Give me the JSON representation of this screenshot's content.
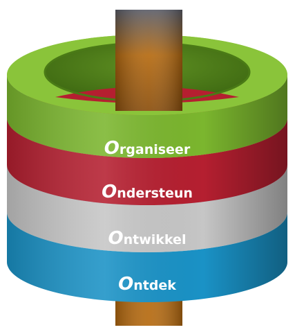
{
  "colors": {
    "pole": "#b56a10",
    "pole_top": "#5b5e6a",
    "green": "#7bb62e",
    "red": "#b51f30",
    "gray": "#c6c6c6",
    "blue": "#1a92c6"
  },
  "layers": [
    {
      "name": "green-layer",
      "cap": "O",
      "rest": "rganiseer",
      "color": "#7bb62e",
      "rim": "#95cd3c",
      "dark": "#4e7e18"
    },
    {
      "name": "red-layer",
      "cap": "O",
      "rest": "ndersteun",
      "color": "#b51f30",
      "rim": "#d83041",
      "dark": "#6e0f1a"
    },
    {
      "name": "gray-layer",
      "cap": "O",
      "rest": "ntwikkel",
      "color": "#c6c6c6",
      "rim": "#f2f2f2",
      "dark": "#8a8a8a"
    },
    {
      "name": "blue-layer",
      "cap": "O",
      "rest": "ntdek",
      "color": "#1a92c6",
      "rim": "#2ec2f2",
      "dark": "#0b5f87"
    }
  ]
}
